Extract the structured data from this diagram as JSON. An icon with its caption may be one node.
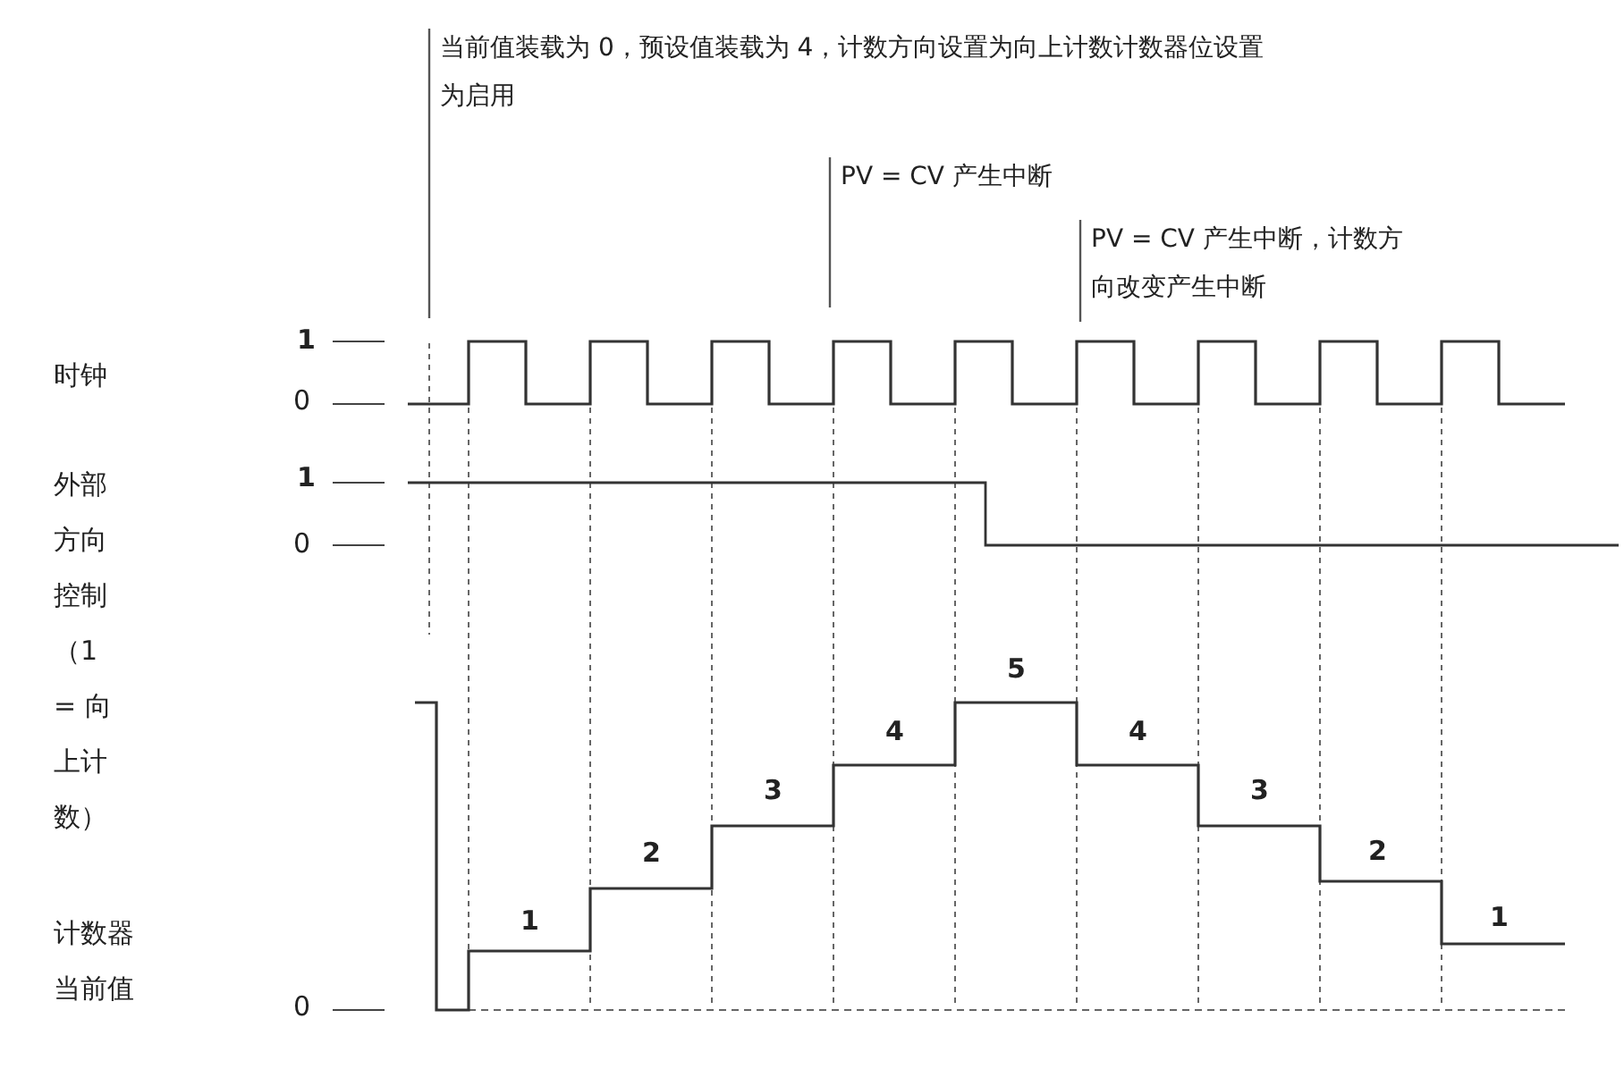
{
  "diagram": {
    "nodes": [
      {
        "text": [
          "当前值装载为 0，预设值装载为 4，计数方向设置为向上计数计数器位设置为启用"
        ]
      },
      {
        "text": [
          "PV = CV 产生中断"
        ]
      },
      {
        "text": [
          "PV = CV 产生中断，计数方向改变产生中断"
        ]
      }
    ],
    "edges": [
      {
        "from": 0,
        "to": null,
        "arrow": "none"
      },
      {
        "from": 1,
        "to": null,
        "arrow": "none"
      },
      {
        "from": 2,
        "to": null,
        "arrow": "none"
      }
    ],
    "labels": [
      "时钟",
      "1",
      "0",
      "外部方向控制（1 = 向上计数）",
      "1",
      "0",
      "1",
      "2",
      "3",
      "4",
      "5",
      "4",
      "3",
      "2",
      "1",
      "计数器当前值",
      "0"
    ]
  }
}
